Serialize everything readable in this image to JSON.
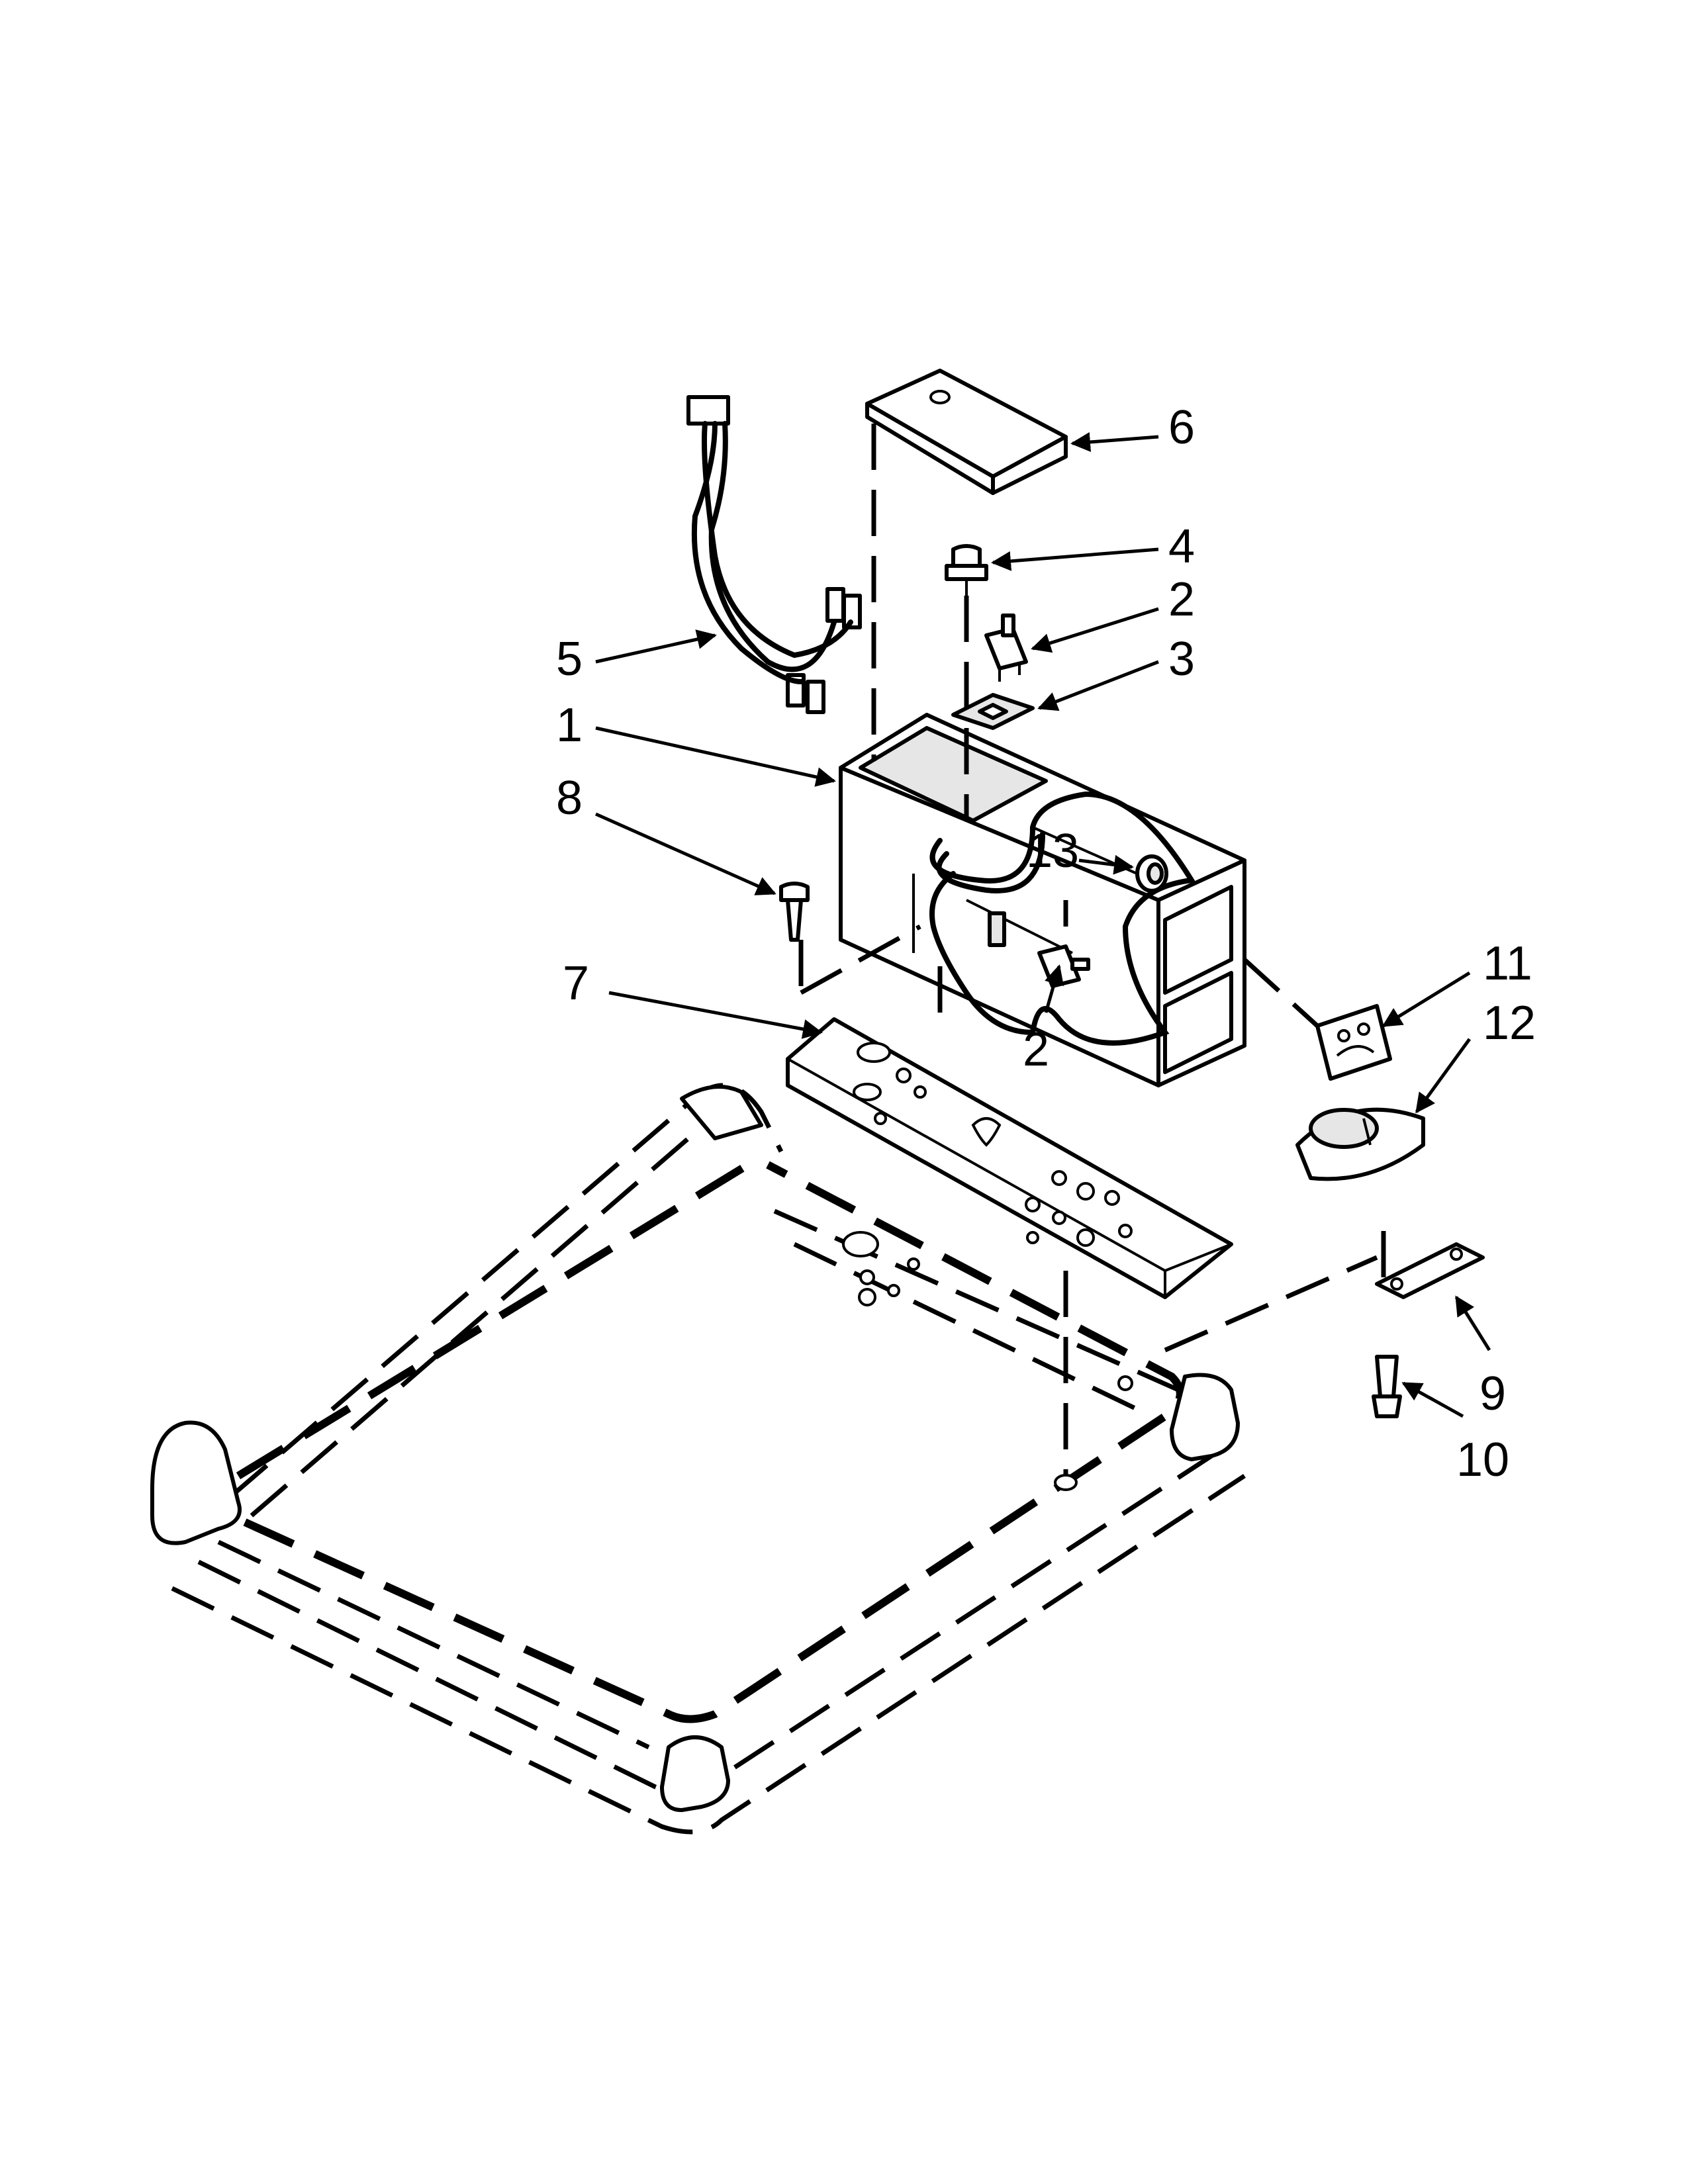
{
  "callouts": [
    {
      "id": "c1",
      "label": "1"
    },
    {
      "id": "c2a",
      "label": "2"
    },
    {
      "id": "c2b",
      "label": "2"
    },
    {
      "id": "c3",
      "label": "3"
    },
    {
      "id": "c4",
      "label": "4"
    },
    {
      "id": "c5",
      "label": "5"
    },
    {
      "id": "c6",
      "label": "6"
    },
    {
      "id": "c7",
      "label": "7"
    },
    {
      "id": "c8",
      "label": "8"
    },
    {
      "id": "c9",
      "label": "9"
    },
    {
      "id": "c10",
      "label": "10"
    },
    {
      "id": "c11",
      "label": "11"
    },
    {
      "id": "c12",
      "label": "12"
    },
    {
      "id": "c13",
      "label": "13"
    }
  ],
  "colors": {
    "line": "#000000",
    "background": "#ffffff",
    "shade": "#e6e6e6"
  }
}
